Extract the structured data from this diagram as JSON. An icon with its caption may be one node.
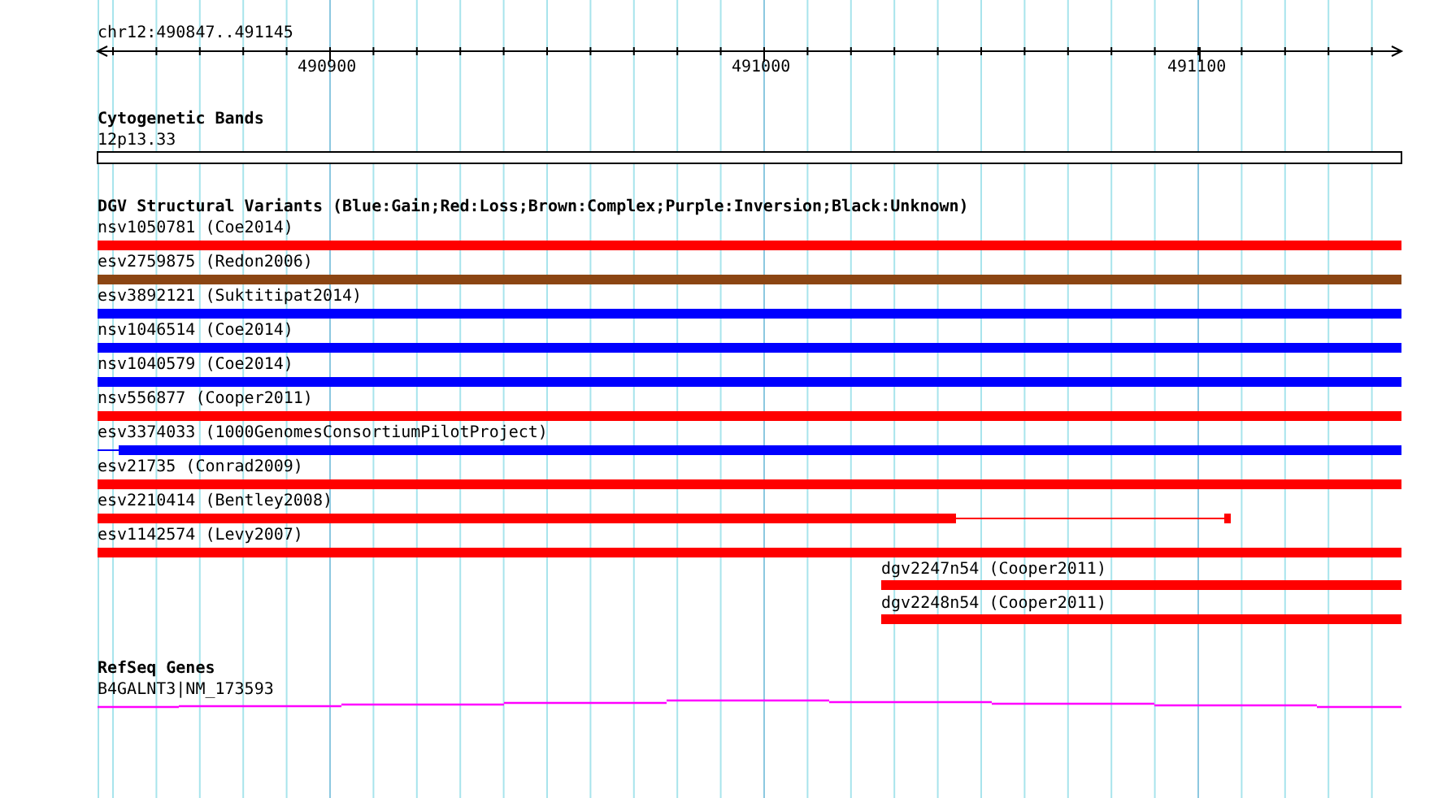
{
  "diagram": {
    "nodes": [
      {
        "text": [
          "12p13.33"
        ]
      },
      {
        "text": [
          "nsv1050781 (Coe2014)"
        ]
      },
      {
        "text": [
          "esv2759875 (Redon2006)"
        ]
      },
      {
        "text": [
          "esv3892121 (Suktitipat2014)"
        ]
      },
      {
        "text": [
          "nsv1046514 (Coe2014)"
        ]
      },
      {
        "text": [
          "nsv1040579 (Coe2014)"
        ]
      },
      {
        "text": [
          "nsv556877 (Cooper2011)"
        ]
      },
      {
        "text": [
          "esv3374033 (1000GenomesConsortiumPilotProject)"
        ]
      },
      {
        "text": [
          "esv21735 (Conrad2009)"
        ]
      },
      {
        "text": [
          "esv2210414 (Bentley2008)"
        ]
      },
      {
        "text": [
          "esv1142574 (Levy2007)"
        ]
      },
      {
        "text": [
          "dgv2247n54 (Cooper2011)"
        ]
      },
      {
        "text": [
          "dgv2248n54 (Cooper2011)"
        ]
      },
      {
        "text": [
          "B4GALNT3|NM_173593"
        ]
      }
    ],
    "labels": [
      "chr12:490847..491145",
      "490900",
      "491000",
      "491100",
      "Cytogenetic Bands",
      "DGV Structural Variants (Blue:Gain;Red:Loss;Brown:Complex;Purple:Inversion;Black:Unknown)",
      "RefSeq Genes"
    ]
  }
}
